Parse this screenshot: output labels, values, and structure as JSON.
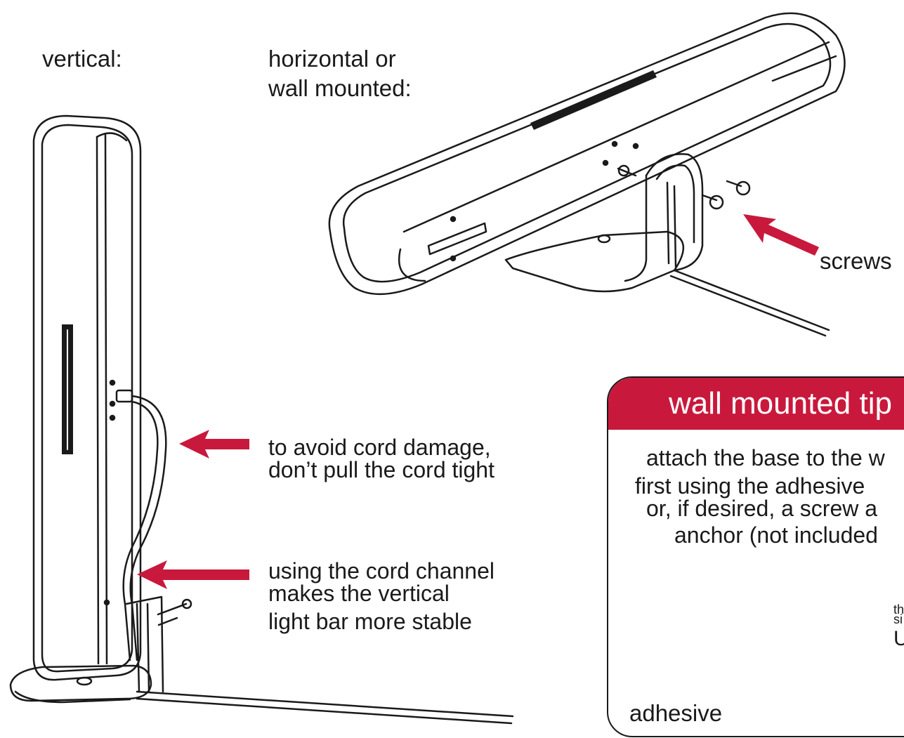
{
  "labels": {
    "vertical": "vertical:",
    "horizontal_line1": "horizontal or",
    "horizontal_line2": "wall mounted:",
    "screws": "screws",
    "cord_damage_line1": "to avoid cord damage,",
    "cord_damage_line2": "don’t pull the cord tight",
    "cord_channel_line1": "using the cord channel",
    "cord_channel_line2": "makes the vertical",
    "cord_channel_line3": "light bar more stable",
    "adhesive": "adhesive"
  },
  "tip_box": {
    "title": "wall mounted tip",
    "lines": [
      "attach the base to the w",
      "first using the adhesive",
      "or, if desired, a screw a",
      "anchor (not included"
    ],
    "warning_text_1": "th",
    "warning_text_2": "si",
    "warning_text_3": "U"
  },
  "colors": {
    "accent_red": "#c8193c",
    "line": "#1a1a1a"
  }
}
